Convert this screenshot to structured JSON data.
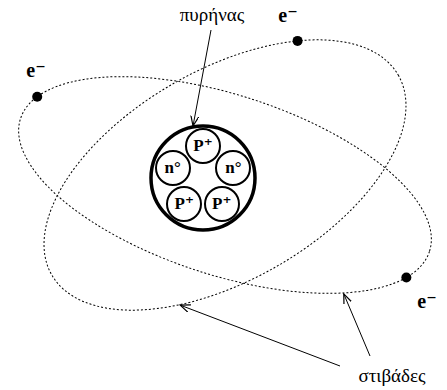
{
  "diagram": {
    "nodes": [
      {
        "text": [
          "P⁺"
        ]
      },
      {
        "text": [
          "n°"
        ]
      },
      {
        "text": [
          "n°"
        ]
      },
      {
        "text": [
          "P⁺"
        ]
      },
      {
        "text": [
          "P⁺"
        ]
      }
    ],
    "labels": [
      "πυρήνας",
      "e⁻",
      "e⁻",
      "e⁻",
      "στιβάδες"
    ]
  }
}
